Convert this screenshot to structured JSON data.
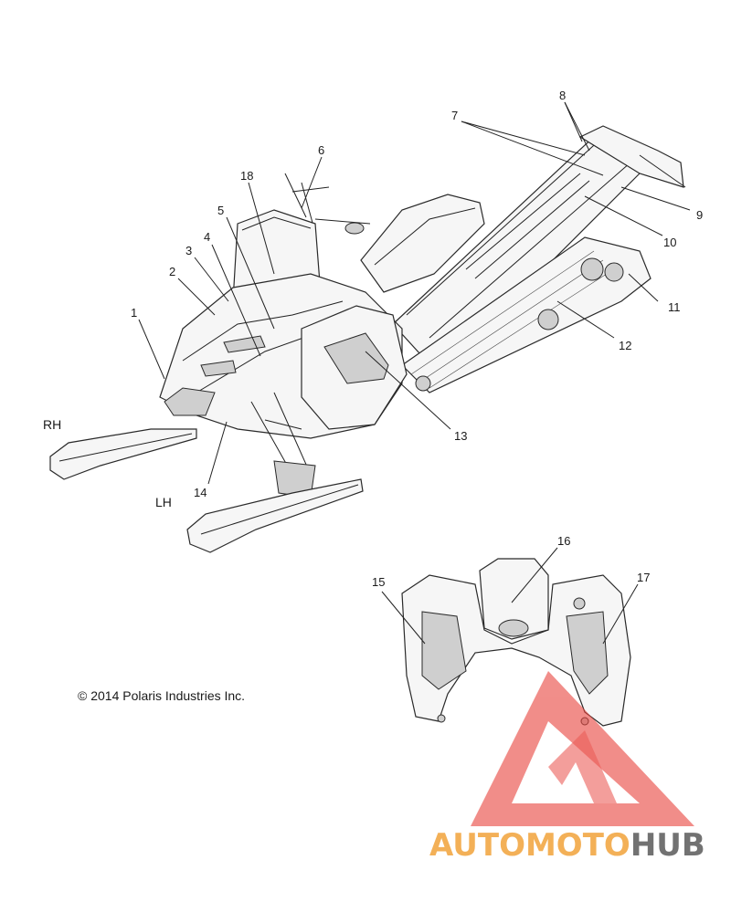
{
  "callouts": [
    {
      "id": "1",
      "text": "1"
    },
    {
      "id": "2",
      "text": "2"
    },
    {
      "id": "3",
      "text": "3"
    },
    {
      "id": "4",
      "text": "4"
    },
    {
      "id": "5",
      "text": "5"
    },
    {
      "id": "6",
      "text": "6"
    },
    {
      "id": "7",
      "text": "7"
    },
    {
      "id": "8",
      "text": "8"
    },
    {
      "id": "9",
      "text": "9"
    },
    {
      "id": "10",
      "text": "10"
    },
    {
      "id": "11",
      "text": "11"
    },
    {
      "id": "12",
      "text": "12"
    },
    {
      "id": "13",
      "text": "13"
    },
    {
      "id": "14",
      "text": "14"
    },
    {
      "id": "15",
      "text": "15"
    },
    {
      "id": "16",
      "text": "16"
    },
    {
      "id": "17",
      "text": "17"
    },
    {
      "id": "18",
      "text": "18"
    }
  ],
  "side_labels": {
    "rh": "RH",
    "lh": "LH"
  },
  "copyright": "© 2014 Polaris Industries Inc.",
  "watermark": {
    "part1": "AUTOMOTO",
    "part2": "HUB",
    "color_orange": "#f2a33a",
    "color_red": "#e8413b",
    "color_gray": "#5a5a5a"
  }
}
